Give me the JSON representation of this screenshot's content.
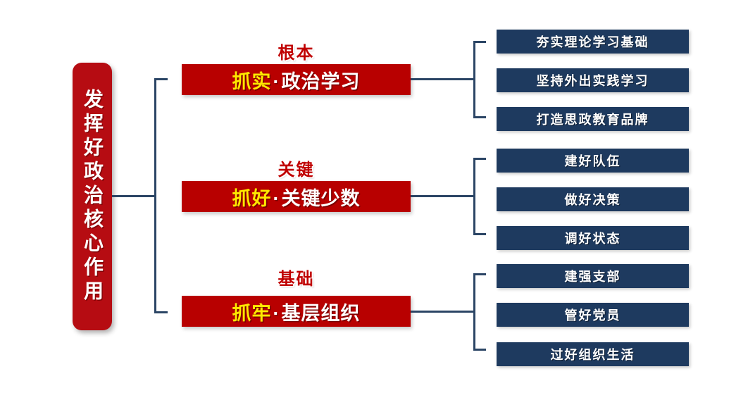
{
  "diagram": {
    "root": {
      "text": "发挥好政治核心作用",
      "color": "#b60c12"
    },
    "branches": [
      {
        "label": "根本",
        "prefix": "抓实",
        "separator": "·",
        "suffix": "政治学习",
        "box_color": "#b80000",
        "prefix_color": "#ffe800",
        "leaves": [
          "夯实理论学习基础",
          "坚持外出实践学习",
          "打造思政教育品牌"
        ]
      },
      {
        "label": "关键",
        "prefix": "抓好",
        "separator": "·",
        "suffix": "关键少数",
        "box_color": "#b80000",
        "prefix_color": "#ffe800",
        "leaves": [
          "建好队伍",
          "做好决策",
          "调好状态"
        ]
      },
      {
        "label": "基础",
        "prefix": "抓牢",
        "separator": "·",
        "suffix": "基层组织",
        "box_color": "#b80000",
        "prefix_color": "#ffe800",
        "leaves": [
          "建强支部",
          "管好党员",
          "过好组织生活"
        ]
      }
    ],
    "colors": {
      "connector": "#2b4565",
      "leaf_box": "#1e3a5f",
      "section_label": "#c00000",
      "highlight": "#ffe800"
    }
  }
}
